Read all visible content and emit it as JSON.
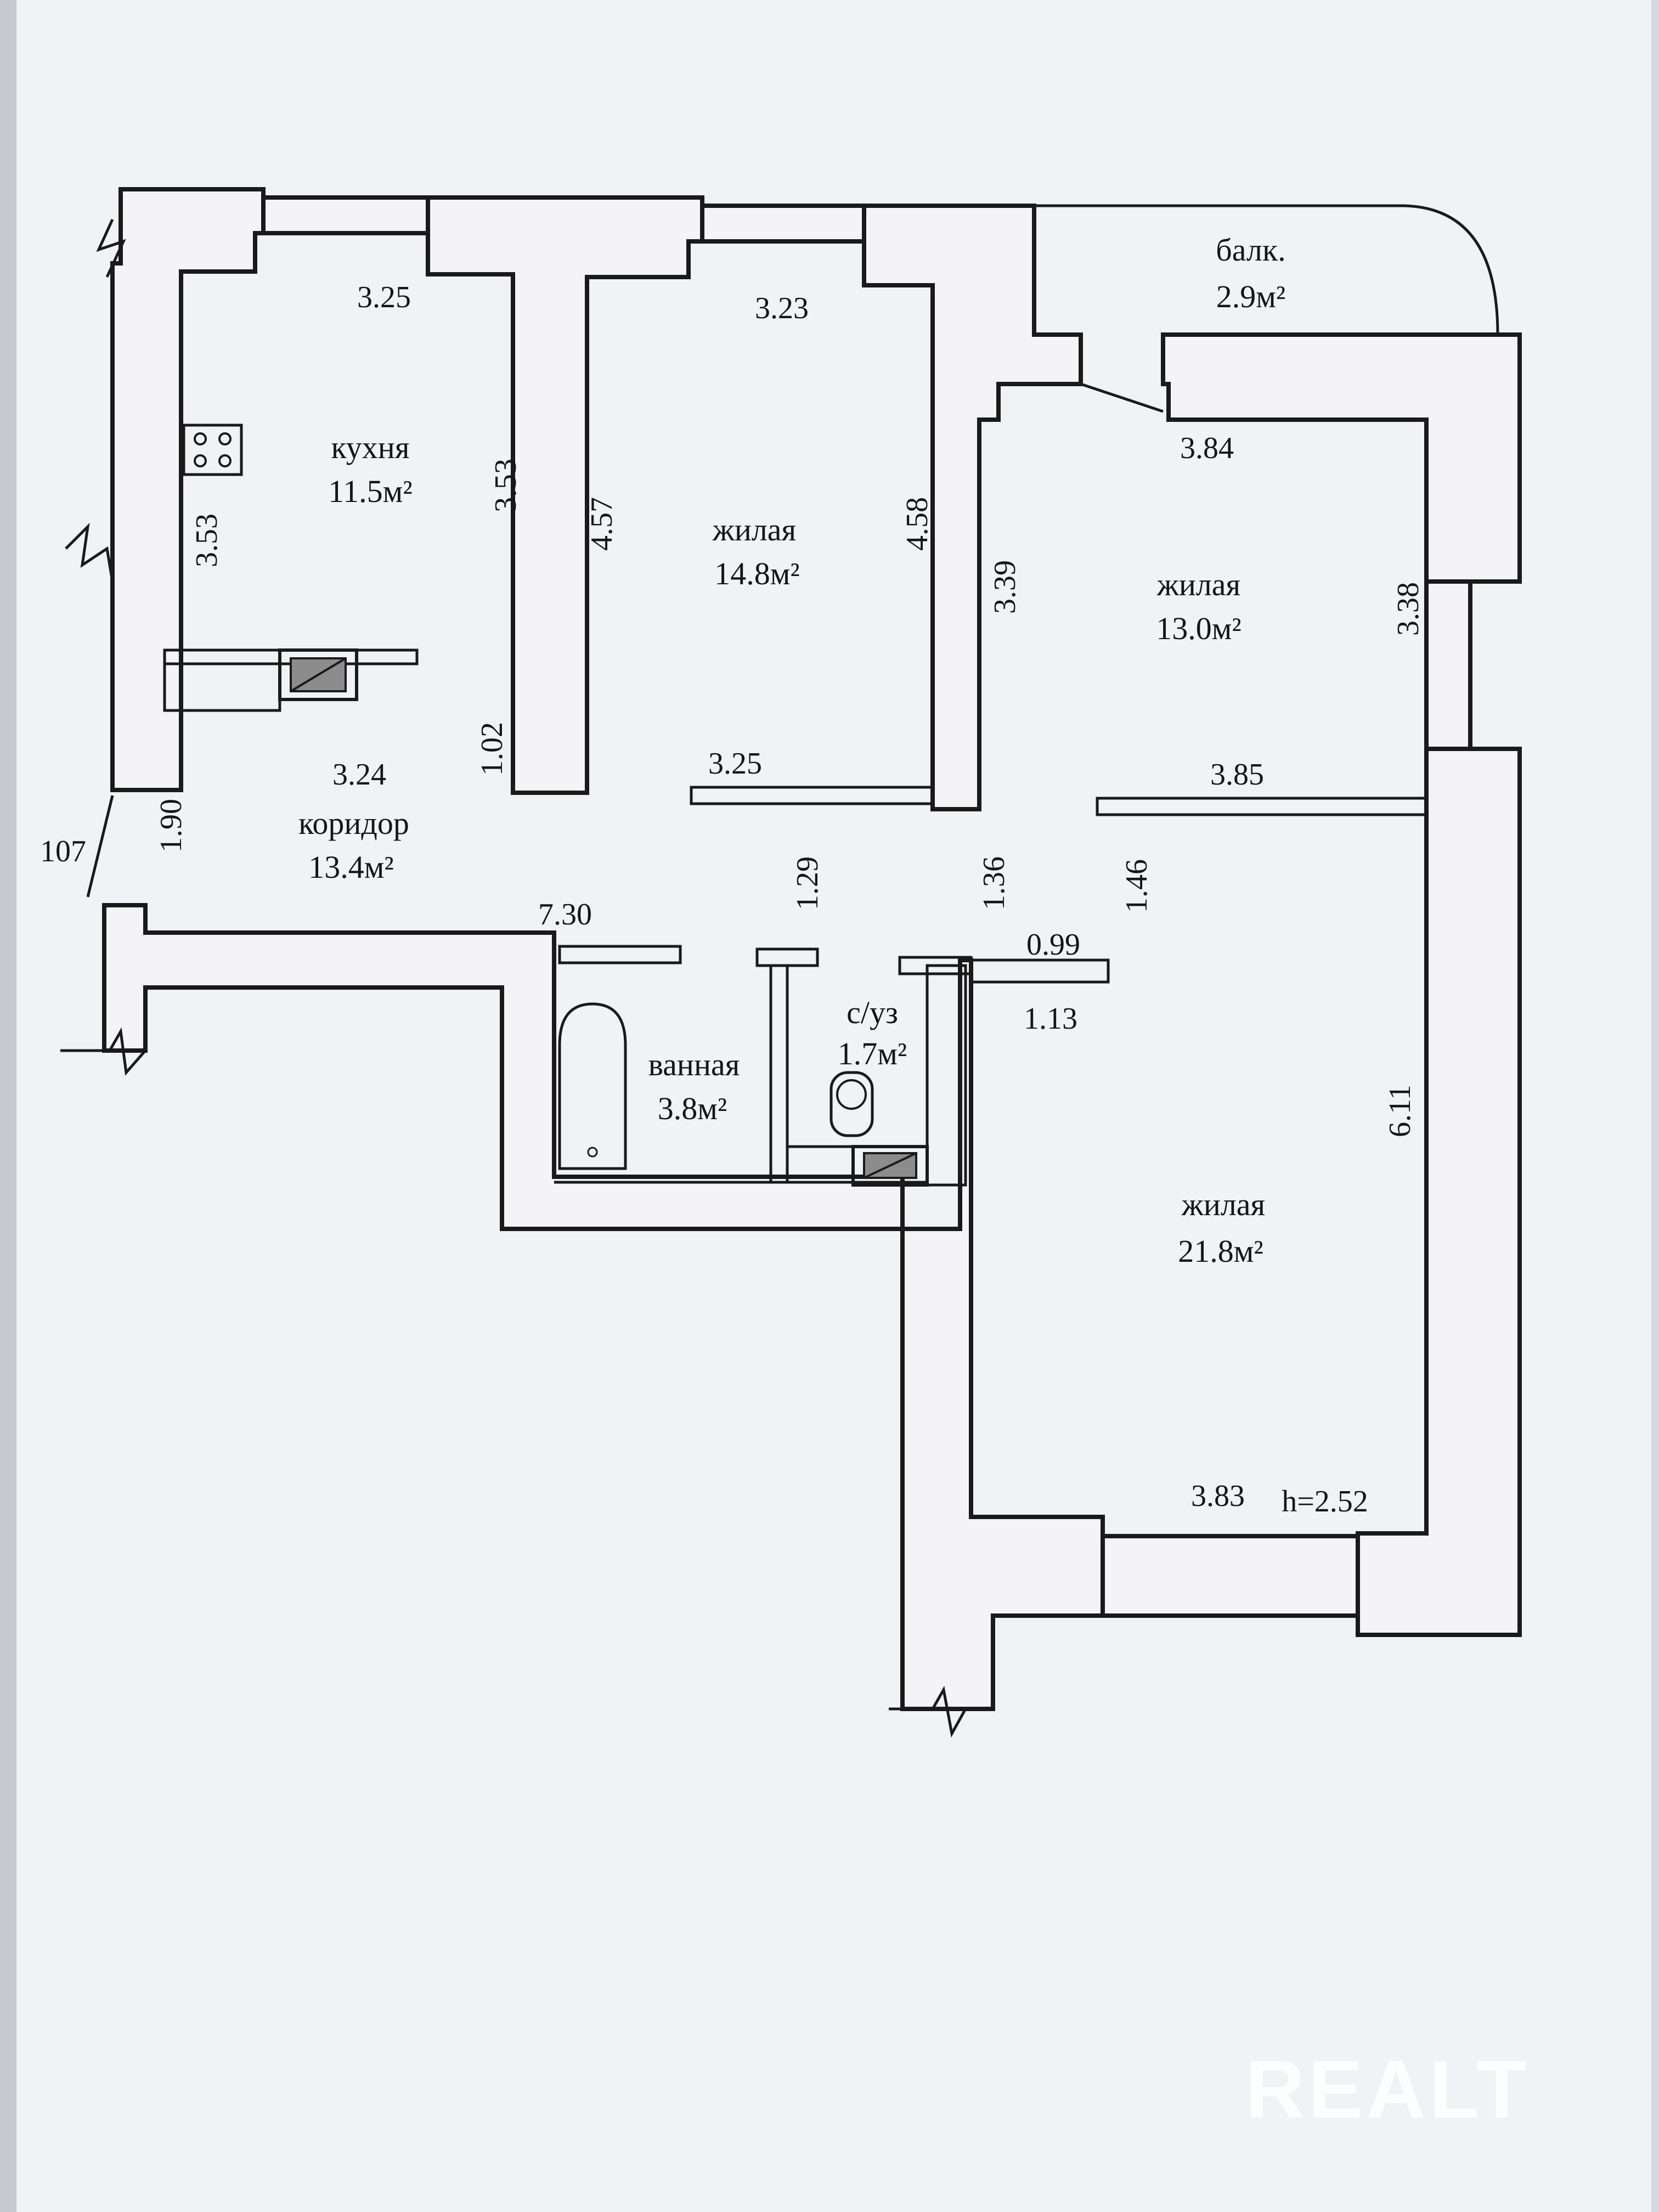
{
  "rooms": {
    "kitchen": {
      "name": "кухня",
      "area": "11.5м²"
    },
    "room1": {
      "name": "жилая",
      "area": "14.8м²"
    },
    "room2": {
      "name": "жилая",
      "area": "13.0м²"
    },
    "room3": {
      "name": "жилая",
      "area": "21.8м²"
    },
    "corridor": {
      "name": "коридор",
      "area": "13.4м²"
    },
    "bath": {
      "name": "ванная",
      "area": "3.8м²"
    },
    "wc": {
      "name": "с/уз",
      "area": "1.7м²"
    },
    "balcony": {
      "name": "балк.",
      "area": "2.9м²"
    }
  },
  "dims": {
    "kitchen_top": "3.25",
    "kitchen_left": "3.53",
    "kitchen_right": "3.53",
    "room1_top": "3.23",
    "room1_left": "4.57",
    "room1_right": "4.58",
    "room1_bottom": "3.25",
    "room2_top": "3.84",
    "room2_left": "3.39",
    "room2_right": "3.38",
    "room2_bottom": "3.85",
    "corridor_width": "3.24",
    "corridor_left": "1.90",
    "corridor_stub": "1.02",
    "corridor_length": "7.30",
    "corridor_mid": "1.29",
    "corridor_right": "1.36",
    "passage": "1.46",
    "passage_top": "0.99",
    "passage_bottom": "1.13",
    "room3_right": "6.11",
    "room3_bottom": "3.83",
    "ceiling": "h=2.52",
    "edge": "107"
  },
  "watermark": "REALT"
}
